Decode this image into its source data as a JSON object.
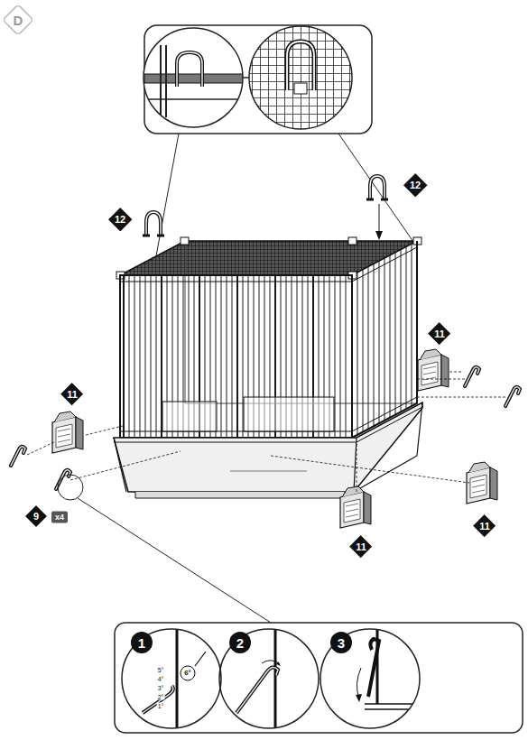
{
  "diagram": {
    "nodes": [
      {
        "text": [
          "12"
        ]
      },
      {
        "text": [
          "12"
        ]
      },
      {
        "text": [
          "11"
        ]
      },
      {
        "text": [
          "11"
        ]
      },
      {
        "text": [
          "11"
        ]
      },
      {
        "text": [
          "9"
        ]
      },
      {
        "text": [
          "11"
        ]
      },
      {
        "text": [
          "1"
        ]
      },
      {
        "text": [
          "2"
        ]
      },
      {
        "text": [
          "3"
        ]
      },
      {
        "text": [
          "6°"
        ]
      }
    ],
    "labels": [
      "D",
      "x4",
      "5°",
      "4°",
      "3°",
      "2°",
      "1°"
    ]
  }
}
